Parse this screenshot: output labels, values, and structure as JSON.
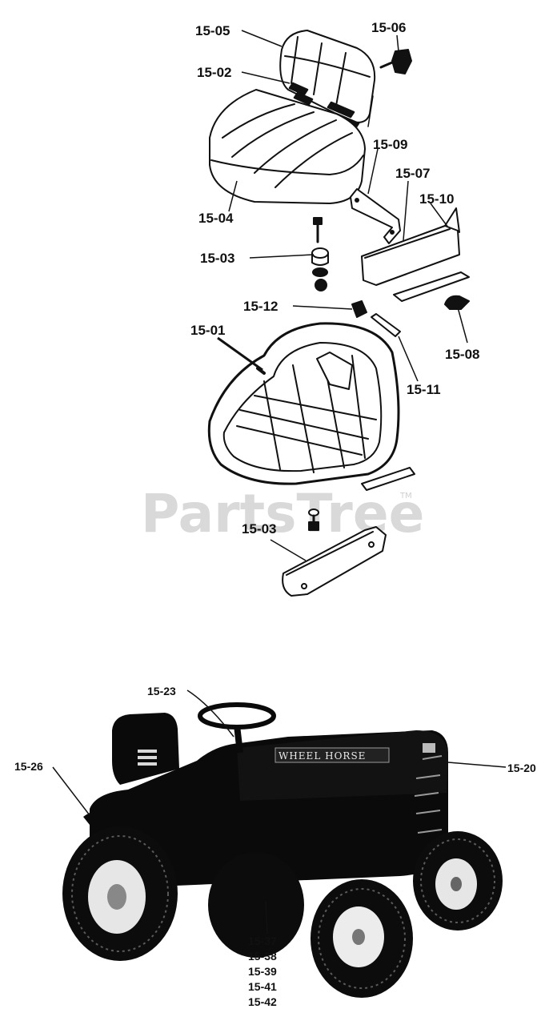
{
  "watermark": {
    "text": "PartsTree",
    "tm": "TM"
  },
  "tractor_brand": "WHEEL HORSE",
  "labels": {
    "l1505": "15-05",
    "l1506": "15-06",
    "l1502": "15-02",
    "l1509": "15-09",
    "l1507": "15-07",
    "l1510": "15-10",
    "l1504": "15-04",
    "l1503a": "15-03",
    "l1512": "15-12",
    "l1501": "15-01",
    "l1508": "15-08",
    "l1511": "15-11",
    "l1503b": "15-03",
    "l1523": "15-23",
    "l1526": "15-26",
    "l1520": "15-20",
    "l1537": "15-37",
    "l1538": "15-38",
    "l1539": "15-39",
    "l1541": "15-41",
    "l1542": "15-42"
  }
}
